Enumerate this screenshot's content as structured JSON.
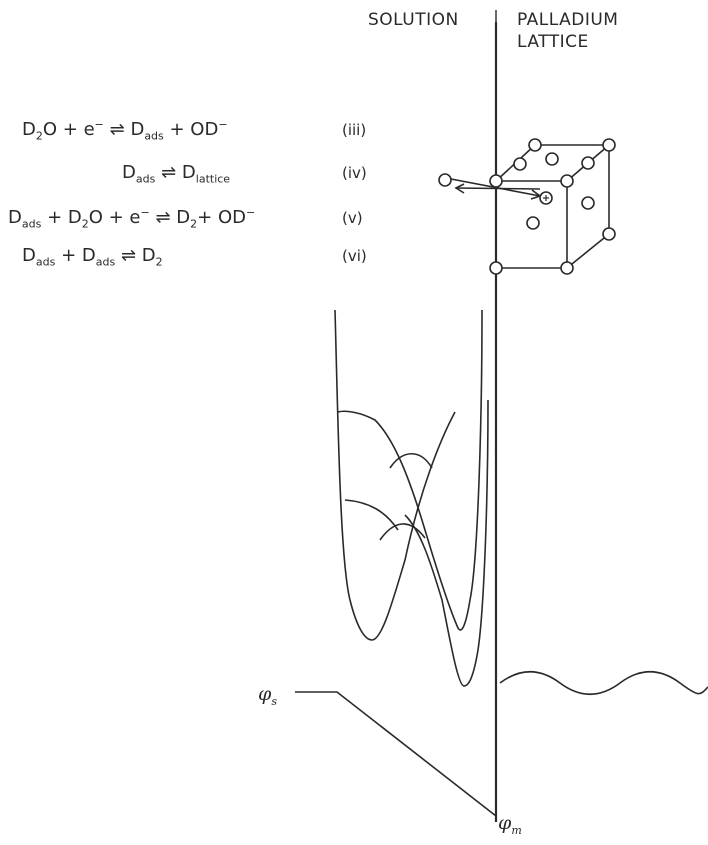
{
  "labels": {
    "solution": "SOLUTION",
    "palladium_line1": "PALLADIUM",
    "palladium_line2": "LATTICE",
    "phi_s_symbol": "φ",
    "phi_s_sub": "s",
    "phi_m_symbol": "φ",
    "phi_m_sub": "m"
  },
  "equations": [
    {
      "id": "iii",
      "lhs1": "D",
      "lhs1_sub": "2",
      "lhs1_tail": "O  +  e",
      "lhs1_sup": "−",
      "arrow": "⇌",
      "rhs1": "D",
      "rhs1_sub": "ads",
      "rhs_tail": "  +  OD",
      "rhs_sup": "−",
      "number": "(iii)"
    },
    {
      "id": "iv",
      "lhs1": "D",
      "lhs1_sub": "ads",
      "arrow": "⇌",
      "rhs1": "D",
      "rhs1_sub": "lattice",
      "number": "(iv)"
    },
    {
      "id": "v",
      "lhs1": "D",
      "lhs1_sub": "ads",
      "mid1": " + D",
      "mid1_sub": "2",
      "mid1_tail": "O + e",
      "mid1_sup": "−",
      "arrow": "⇌",
      "rhs1": "D",
      "rhs1_sub": "2",
      "rhs_tail": "+  OD",
      "rhs_sup": "−",
      "number": "(v)"
    },
    {
      "id": "vi",
      "lhs1": "D",
      "lhs1_sub": "ads",
      "mid1": "  +  D",
      "mid1_sub": "ads",
      "arrow": "⇌",
      "rhs1": "D",
      "rhs1_sub": "2",
      "number": "(vi)"
    }
  ],
  "colors": {
    "ink": "#2a2a2a",
    "background": "#ffffff"
  }
}
